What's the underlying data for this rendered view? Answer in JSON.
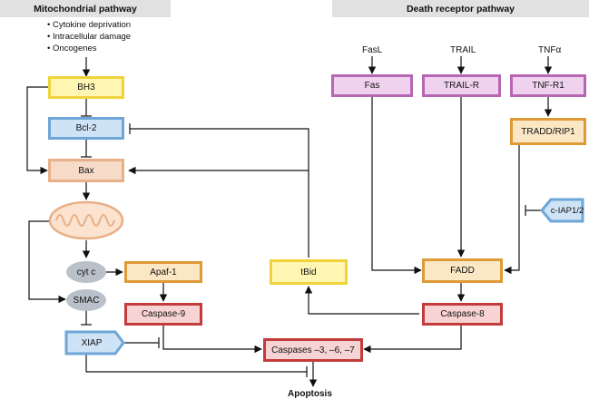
{
  "headers": {
    "mito": "Mitochondrial pathway",
    "death": "Death receptor pathway"
  },
  "stimuli": [
    "Cytokine deprivation",
    "Intracellular damage",
    "Oncogenes"
  ],
  "ligands": {
    "fasl": "FasL",
    "trail": "TRAIL",
    "tnfa": "TNFα"
  },
  "nodes": {
    "bh3": "BH3",
    "bcl2": "Bcl-2",
    "bax": "Bax",
    "cytc": "cyt c",
    "smac": "SMAC",
    "xiap": "XIAP",
    "apaf1": "Apaf-1",
    "casp9": "Caspase-9",
    "caspases": "Caspases –3, –6, –7",
    "tbid": "tBid",
    "fas": "Fas",
    "trailr": "TRAIL-R",
    "tnfr1": "TNF-R1",
    "tradd": "TRADD/RIP1",
    "ciap": "c-IAP1/2",
    "fadd": "FADD",
    "casp8": "Caspase-8",
    "apoptosis": "Apoptosis"
  },
  "colors": {
    "yellow_border": "#f0d33a",
    "blue_border": "#6ea6d8",
    "peach_border": "#e8b088",
    "orange_border": "#df9a3a",
    "red_border": "#c23c3c",
    "purple_border": "#b766b3",
    "oval_fill": "#b9c0c9",
    "header_fill": "#e1e1e1"
  }
}
